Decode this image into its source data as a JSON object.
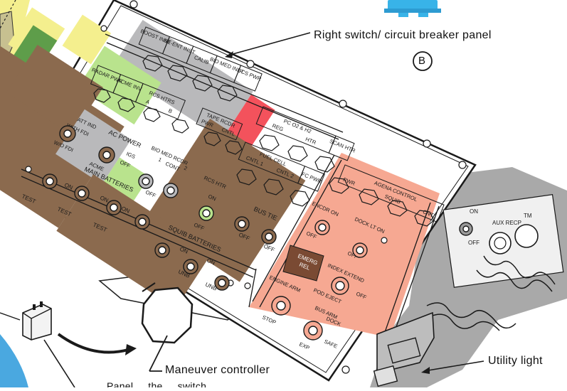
{
  "callouts": {
    "right_panel": "Right switch/ circuit breaker panel",
    "view_letter": "B",
    "maneuver": "Maneuver controller",
    "utility": "Utility light",
    "bottom_partial": "Panel ... the ... switch"
  },
  "cb_labels": {
    "boost": "BOOST INST",
    "reent": "RE-ENT INST",
    "calib": "CALIB",
    "biomed_inst": "BIO MED INST",
    "radar": "RADAR PWR",
    "acme_inv": "ACME INV",
    "rcs_htrs": "RCS HTRS",
    "rcs_a": "A",
    "rcs_b": "B",
    "dcs": "DCS PWR",
    "tape_rcdr": "TAPE RCDR",
    "pwr": "PWR",
    "cntl": "CNTL",
    "pc_h2": "PC O2 & H2",
    "reg": "REG",
    "htr": "HTR",
    "scan_htr": "SCAN HTR",
    "fuel_cell": "FUEL CELL",
    "cntl1": "CNTL 1",
    "cntl2": "CNTL 2",
    "fc_pwr": "FC PWR",
    "att_ind": "ATT IND",
    "with_fdi": "WITH FDI",
    "wo_fdi": "W/O FDI",
    "ac_power": "AC POWER",
    "igs": "IGS",
    "off": "OFF",
    "acme": "ACME",
    "biomed_rcdr": "BIO MED RCDR",
    "cont": "CONT",
    "one": "1",
    "two": "2",
    "rcs_htr": "RCS HTR",
    "on": "ON",
    "main_batt": "MAIN BATTERIES",
    "test": "TEST",
    "squib_batt": "SQUIB BATTERIES",
    "unb": "UNB",
    "bus_tie": "BUS TIE",
    "agena_control": "AGENA CONTROL",
    "squib": "SQUIB",
    "encdr_on": "ENCDR ON",
    "dock_lt": "DOCK LT ON",
    "emerg_rel": "EMERG REL",
    "index_extend": "INDEX EXTEND",
    "pod_eject": "POD EJECT",
    "engine_arm": "ENGINE ARM",
    "stop": "STOP",
    "bus_arm": "BUS ARM",
    "dock": "DOCK",
    "safe": "SAFE",
    "exp": "EXP",
    "aux_recp": "AUX RECP",
    "tm": "TM"
  },
  "colors": {
    "panel_bg": "#ffffff",
    "ink": "#1a1a1a",
    "gray_zone": "#b9b9bb",
    "yellow_zone": "#f4ef8e",
    "green_zone": "#b9e38d",
    "dark_green_zone": "#5e9d4a",
    "red_zone": "#f3525c",
    "brown_zone": "#8b6a4e",
    "salmon_zone": "#f6a892",
    "emerg_fill": "#7a4a33",
    "blue_handle": "#38b3e8",
    "blue_dish": "#4aa8e0",
    "utility_gray": "#a9a9a9"
  }
}
